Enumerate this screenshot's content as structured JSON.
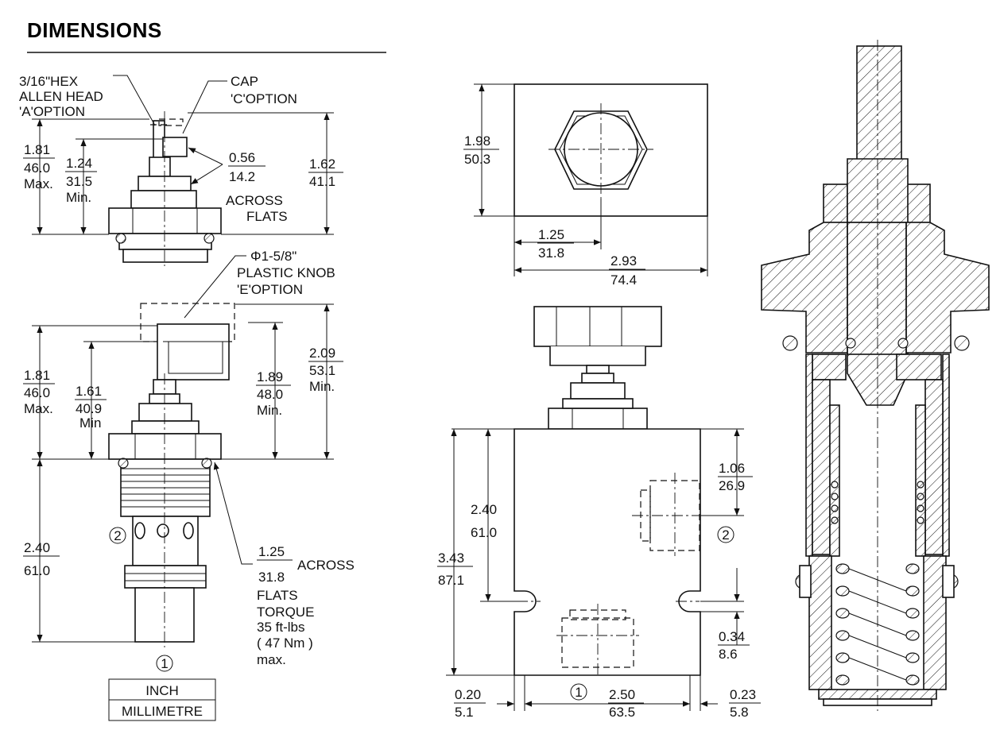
{
  "title": "DIMENSIONS",
  "top_view": {
    "hex_label": [
      "3/16\"HEX",
      "ALLEN HEAD",
      "'A'OPTION"
    ],
    "cap_label": [
      "CAP",
      "'C'OPTION"
    ],
    "dim_overall": {
      "inch": "1.81",
      "mm": "46.0",
      "note": "Max."
    },
    "dim_min": {
      "inch": "1.24",
      "mm": "31.5",
      "note": "Min."
    },
    "dim_flats": {
      "inch": "0.56",
      "mm": "14.2",
      "note1": "ACROSS",
      "note2": "FLATS"
    },
    "dim_right": {
      "inch": "1.62",
      "mm": "41.1"
    }
  },
  "knob_view": {
    "knob_label": [
      "Φ1-5/8\"",
      "PLASTIC KNOB",
      "'E'OPTION"
    ],
    "dim_overall": {
      "inch": "1.81",
      "mm": "46.0",
      "note": "Max."
    },
    "dim_min": {
      "inch": "1.61",
      "mm": "40.9",
      "note": "Min"
    },
    "dim_mid": {
      "inch": "1.89",
      "mm": "48.0",
      "note": "Min."
    },
    "dim_right": {
      "inch": "2.09",
      "mm": "53.1",
      "note": "Min."
    },
    "dim_body": {
      "inch": "2.40",
      "mm": "61.0"
    },
    "dim_flats": {
      "inch": "1.25",
      "mm": "31.8",
      "note": "ACROSS"
    },
    "torque": [
      "FLATS",
      "TORQUE",
      "35 ft-lbs",
      "( 47 Nm )",
      "max."
    ],
    "port2": "2",
    "port1": "1"
  },
  "legend": {
    "top": "INCH",
    "bottom": "MILLIMETRE"
  },
  "block_top": {
    "dim_height": {
      "inch": "1.98",
      "mm": "50.3"
    },
    "dim_center": {
      "inch": "1.25",
      "mm": "31.8"
    },
    "dim_width": {
      "inch": "2.93",
      "mm": "74.4"
    }
  },
  "block_front": {
    "dim_port": {
      "inch": "1.06",
      "mm": "26.9"
    },
    "dim_mid": {
      "inch": "2.40",
      "mm": "61.0"
    },
    "dim_total": {
      "inch": "3.43",
      "mm": "87.1"
    },
    "dim_bottom": {
      "inch": "0.34",
      "mm": "8.6"
    },
    "dim_left_off": {
      "inch": "0.20",
      "mm": "5.1"
    },
    "dim_width": {
      "inch": "2.50",
      "mm": "63.5"
    },
    "dim_right_off": {
      "inch": "0.23",
      "mm": "5.8"
    },
    "port2": "2",
    "port1": "1"
  }
}
